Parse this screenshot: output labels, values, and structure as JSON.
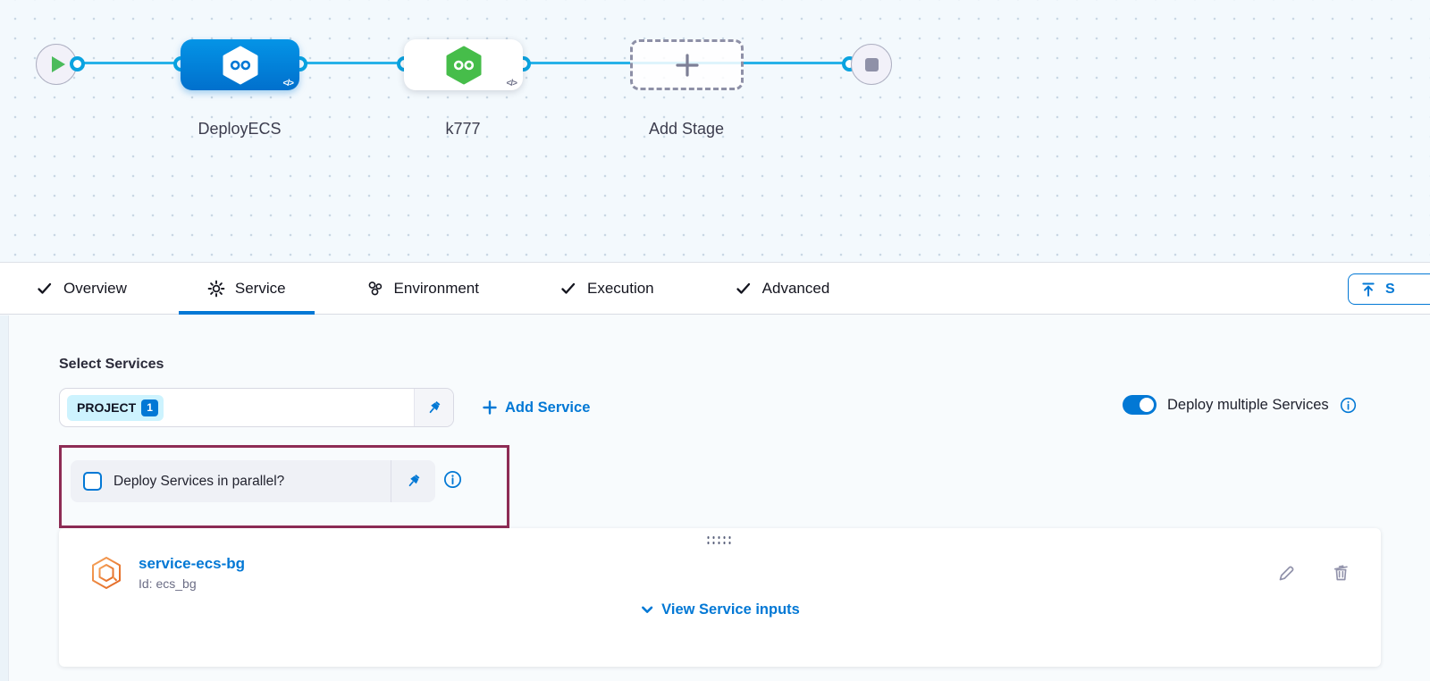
{
  "pipeline_canvas": {
    "stages": [
      {
        "label": "DeployECS",
        "code_icon": "</>"
      },
      {
        "label": "k777",
        "code_icon": "</>"
      }
    ],
    "add_stage_label": "Add Stage"
  },
  "tab_bar": {
    "tabs": [
      {
        "label": "Overview",
        "icon": "check"
      },
      {
        "label": "Service",
        "icon": "gear"
      },
      {
        "label": "Environment",
        "icon": "environment"
      },
      {
        "label": "Execution",
        "icon": "check"
      },
      {
        "label": "Advanced",
        "icon": "check"
      }
    ],
    "active_tab": "Service",
    "save_button_partial_label": "S"
  },
  "service_tab": {
    "select_services_label": "Select Services",
    "services_input": {
      "chip_label": "PROJECT",
      "chip_count": "1"
    },
    "add_service_label": "Add Service",
    "deploy_multiple_services_label": "Deploy multiple Services",
    "deploy_multiple_services_on": true,
    "parallel_option": {
      "label": "Deploy Services in parallel?",
      "checked": false
    },
    "service_card": {
      "name": "service-ecs-bg",
      "id": "Id: ecs_bg",
      "view_inputs_label": "View Service inputs"
    }
  },
  "colors": {
    "accent": "#0278d5",
    "connector_blue": "#27b2e8",
    "harness_green": "#46bd4a",
    "highlight_annotation": "#8e2c55",
    "chip_bg": "#cdf3fe"
  }
}
